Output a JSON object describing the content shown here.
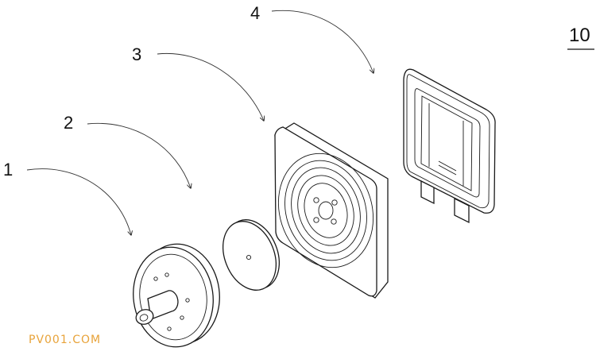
{
  "figure": {
    "reference_numeral": "10",
    "parts": [
      {
        "label": "1",
        "component": "rear-cap"
      },
      {
        "label": "2",
        "component": "membrane-disc"
      },
      {
        "label": "3",
        "component": "square-housing"
      },
      {
        "label": "4",
        "component": "clip-frame"
      }
    ]
  },
  "watermark": "PV001.COM"
}
